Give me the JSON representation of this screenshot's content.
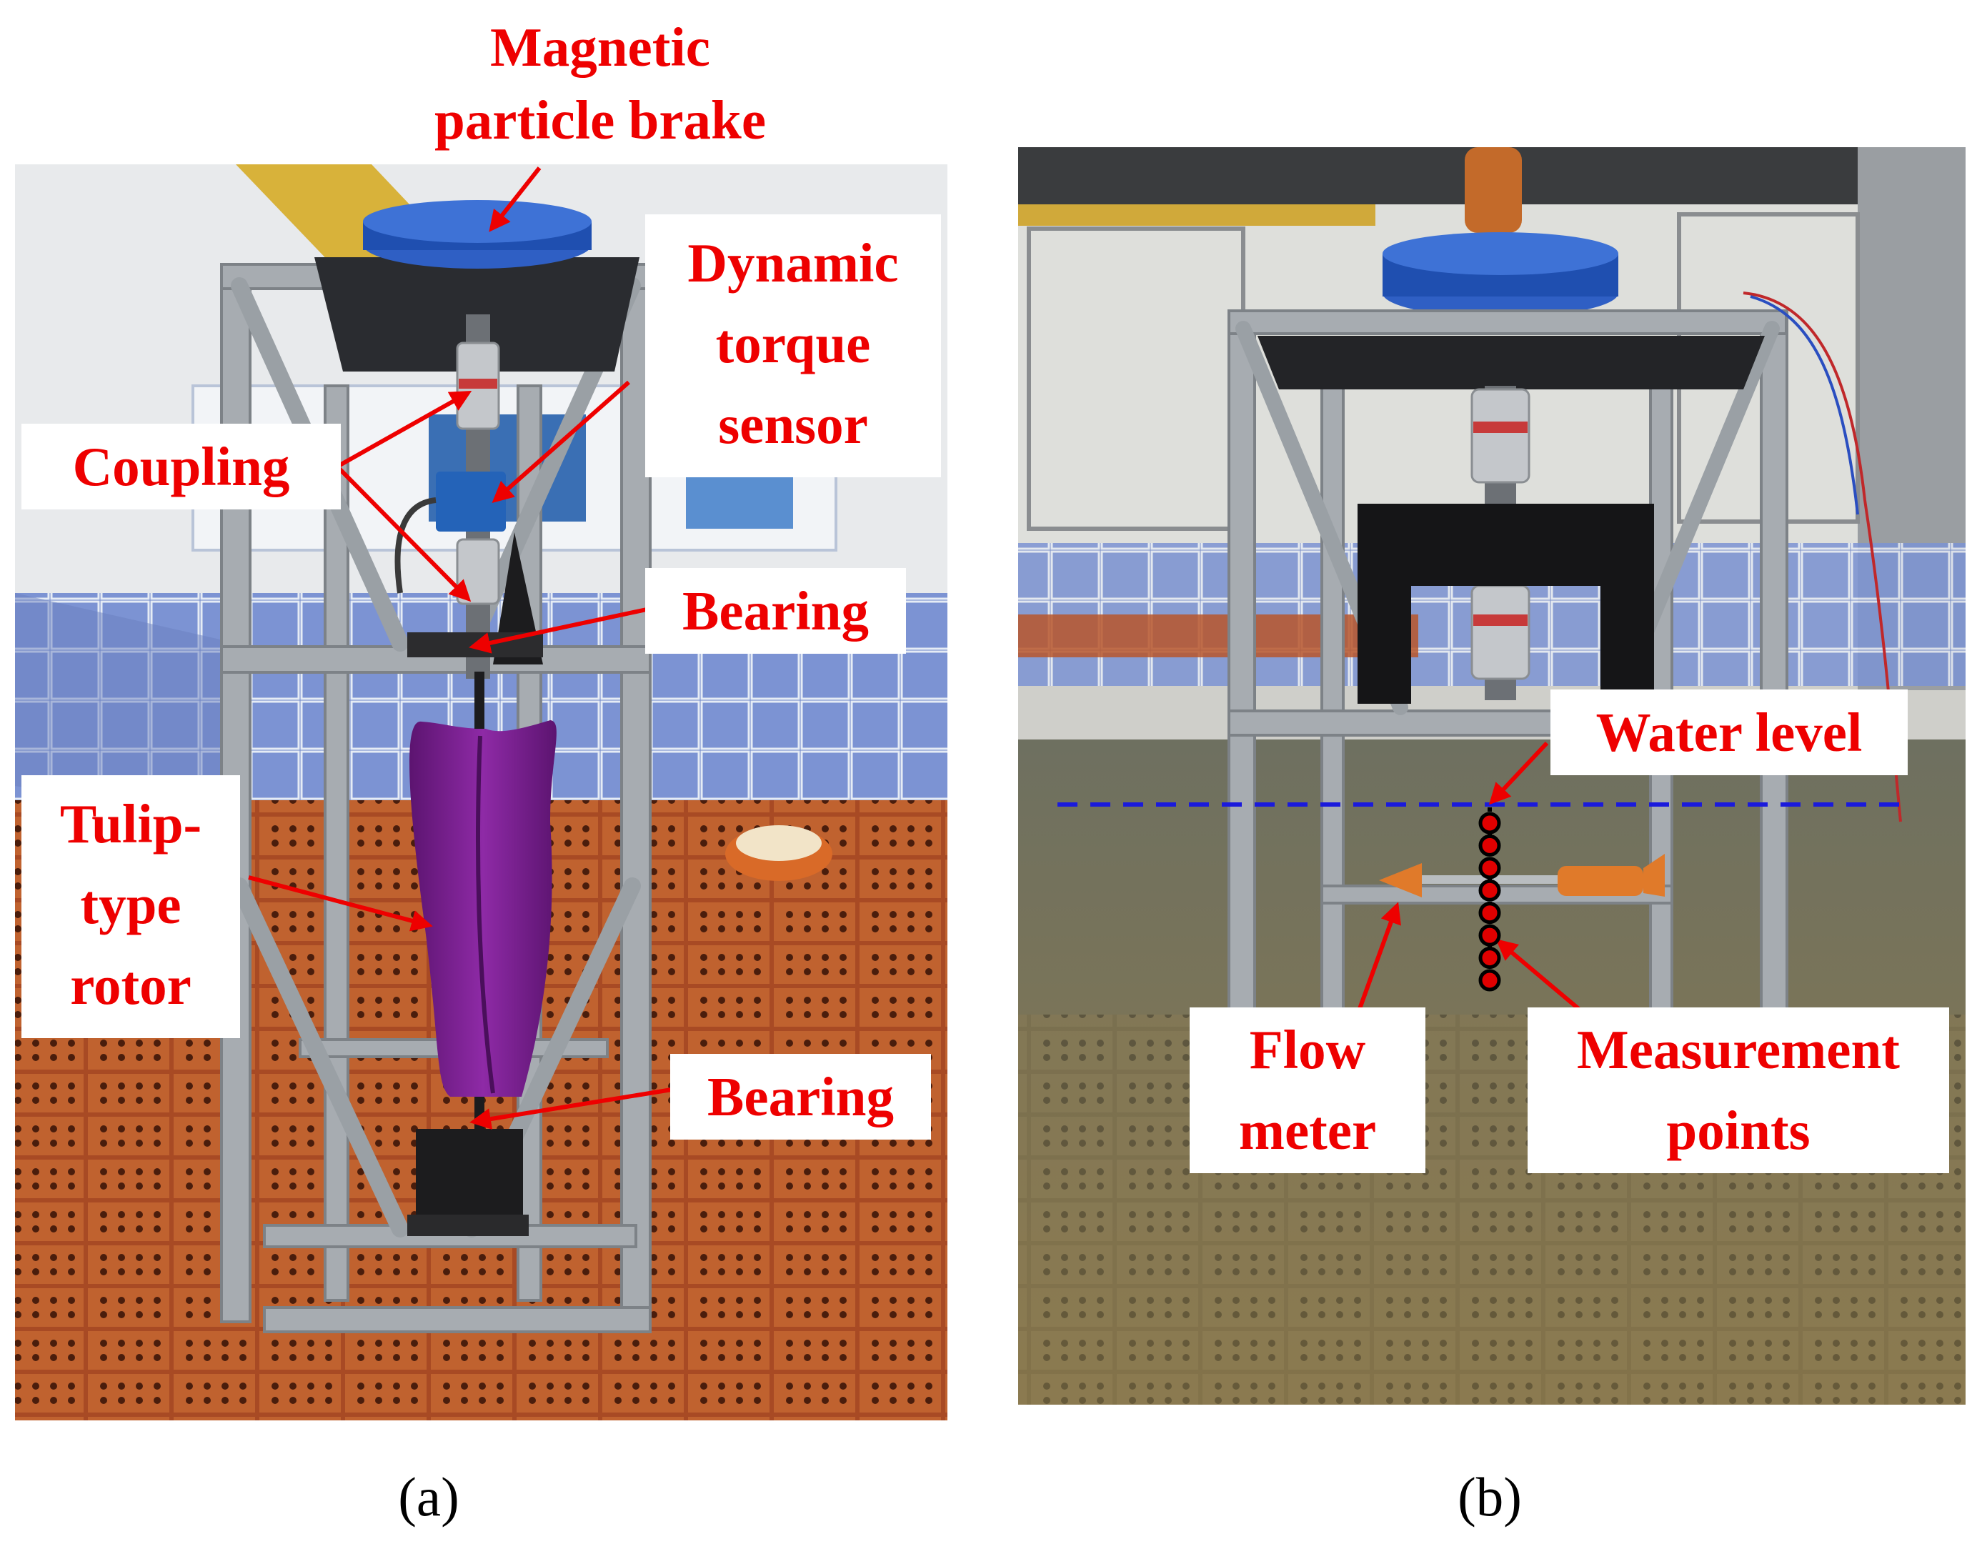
{
  "panel_a": {
    "caption": "(a)",
    "labels": {
      "brake": "Magnetic\nparticle brake",
      "torque": "Dynamic\ntorque\nsensor",
      "coupling": "Coupling",
      "bearing_top": "Bearing",
      "rotor": "Tulip-\ntype\nrotor",
      "bearing_bottom": "Bearing"
    }
  },
  "panel_b": {
    "caption": "(b)",
    "labels": {
      "water_level": "Water level",
      "flow_meter": "Flow\nmeter",
      "measurement_points": "Measurement\npoints"
    },
    "measurement_point_count": 8
  },
  "colors": {
    "annotation": "#ee0000",
    "water_line": "#1a1adc",
    "measurement_point_fill": "#e00000",
    "rotor": "#7a1e8c",
    "brake": "#1f4fb0",
    "tiles": "#6f86c9",
    "bricks": "#b8562c",
    "frame": "#9ea3a8"
  }
}
